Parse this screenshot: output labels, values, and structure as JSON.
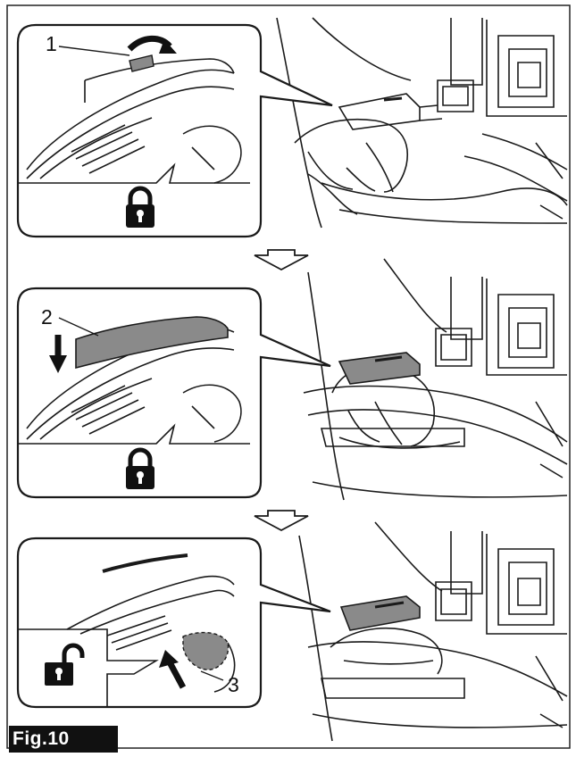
{
  "figure": {
    "label": "Fig.10",
    "callouts": [
      "1",
      "2",
      "3"
    ],
    "steps": [
      {
        "lock_state": "locked",
        "lock_icon": "padlock-closed-icon"
      },
      {
        "lock_state": "locked",
        "lock_icon": "padlock-closed-icon"
      },
      {
        "lock_state": "unlocked",
        "lock_icon": "padlock-open-icon"
      }
    ],
    "step_arrow_icon": "down-arrow-icon",
    "colors": {
      "line": "#1a1a1a",
      "highlight": "#8a8a8a",
      "label_bg": "#111111",
      "label_text": "#ffffff"
    }
  }
}
